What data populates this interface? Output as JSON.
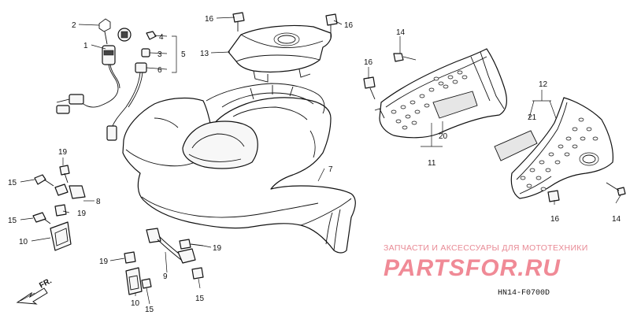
{
  "callouts": {
    "c1": "1",
    "c2": "2",
    "c3": "3",
    "c4": "4",
    "c5": "5",
    "c6": "6",
    "c7": "7",
    "c8": "8",
    "c9": "9",
    "c10a": "10",
    "c10b": "10",
    "c11": "11",
    "c12": "12",
    "c13": "13",
    "c14a": "14",
    "c14b": "14",
    "c15a": "15",
    "c15b": "15",
    "c15c": "15",
    "c15d": "15",
    "c16a": "16",
    "c16b": "16",
    "c16c": "16",
    "c16d": "16",
    "c19a": "19",
    "c19b": "19",
    "c19c": "19",
    "c19d": "19",
    "c20": "20",
    "c21": "21"
  },
  "direction_label": "FR.",
  "watermark": {
    "tagline": "ЗАПЧАСТИ И АКСЕССУАРЫ ДЛЯ МОТОТЕХНИКИ",
    "brand": "PARTSFOR.RU"
  },
  "diagram_code": "HN14-F0700D",
  "colors": {
    "line": "#111111",
    "watermark": "#f08a96"
  }
}
